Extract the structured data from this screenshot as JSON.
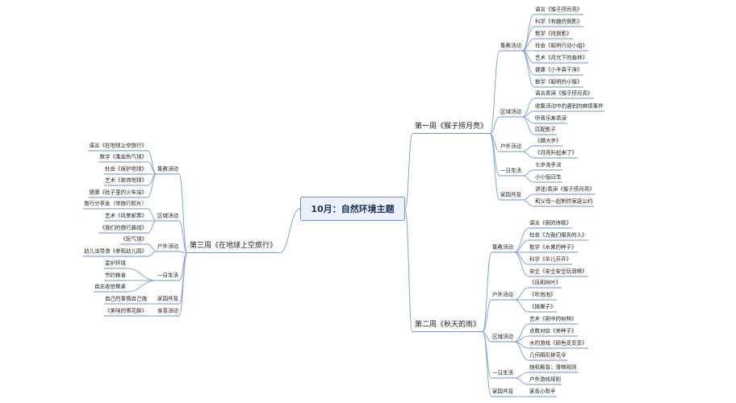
{
  "root": "10月：自然环境主题",
  "weeks": {
    "w1": {
      "title": "第一周《猴子捞月亮》",
      "groups": {
        "g1": {
          "label": "集教活动",
          "items": [
            "语言《猴子捞月亮》",
            "科学《有趣的倒影》",
            "数学《找倒影》",
            "社会《聪明行动小组》",
            "艺术《月光下的森林》",
            "健康《小手真干净》",
            "数学《聪明的小猴》"
          ]
        },
        "g2": {
          "label": "区域活动",
          "items": [
            "语言表演《猴子捞月亮》",
            "收集活动中的遇到的麻烦事件",
            "听音乐来表演",
            "匹配影子"
          ]
        },
        "g3": {
          "label": "户外活动",
          "items": [
            "《蹲大步》",
            "《月亮升起来了》"
          ]
        },
        "g4": {
          "label": "一日生活",
          "items": [
            "七步洗手法",
            "小小值日生"
          ]
        },
        "g5": {
          "label": "家园共育",
          "items": [
            "讲述/表演《猴子捞月亮》",
            "和父母一起制作家庭公约"
          ]
        }
      }
    },
    "w2": {
      "title": "第二周《秋天的雨》",
      "groups": {
        "g1": {
          "label": "集教活动",
          "items": [
            "语言《雨的诗歌》",
            "社会《为我们服务的人》",
            "数学《水果的种子》",
            "科学《伞儿开开》",
            "安全《安全安全玩滑梯》"
          ]
        },
        "g2": {
          "label": "户外活动",
          "items": [
            "《风和树叶》",
            "《吹泡泡》",
            "《摘果子》"
          ]
        },
        "g3": {
          "label": "区域活动",
          "items": [
            "艺术《雨中的树林》",
            "点数对应《夹种子》",
            "水的游戏《颜色变变变》",
            "几何图形拼花伞"
          ]
        },
        "g4": {
          "label": "一日生活",
          "items": [
            "随机教育：滑梯规则",
            "户外游戏规则"
          ]
        },
        "g5": {
          "label": "家园共育",
          "items": [
            "家务小帮手"
          ]
        }
      }
    },
    "w3": {
      "title": "第三周《在地球上空旅行》",
      "groups": {
        "g1": {
          "label": "集教活动",
          "items": [
            "语言《在地球上空旅行》",
            "数学《乘坐热气球》",
            "社会《保护地球》",
            "艺术《装饰地球》",
            "健康《肚子里的火车站》"
          ]
        },
        "g2": {
          "label": "区域活动",
          "items": [
            "旅行分享会（带旅行照片）",
            "艺术《风景邮票》",
            "《我们的旅行路线》"
          ]
        },
        "g3": {
          "label": "户外活动",
          "items": [
            "《玩气球》",
            "幼儿当导游《参观幼儿园》"
          ]
        },
        "g4": {
          "label": "一日生活",
          "items": [
            "爱护环境",
            "节约粮食",
            "自主收拾餐桌"
          ]
        },
        "g5": {
          "label": "家园共育",
          "items": [
            "自己的事情自己做"
          ]
        },
        "g6": {
          "label": "食育活动",
          "items": [
            "《美味的雪花酥》"
          ]
        }
      }
    }
  }
}
